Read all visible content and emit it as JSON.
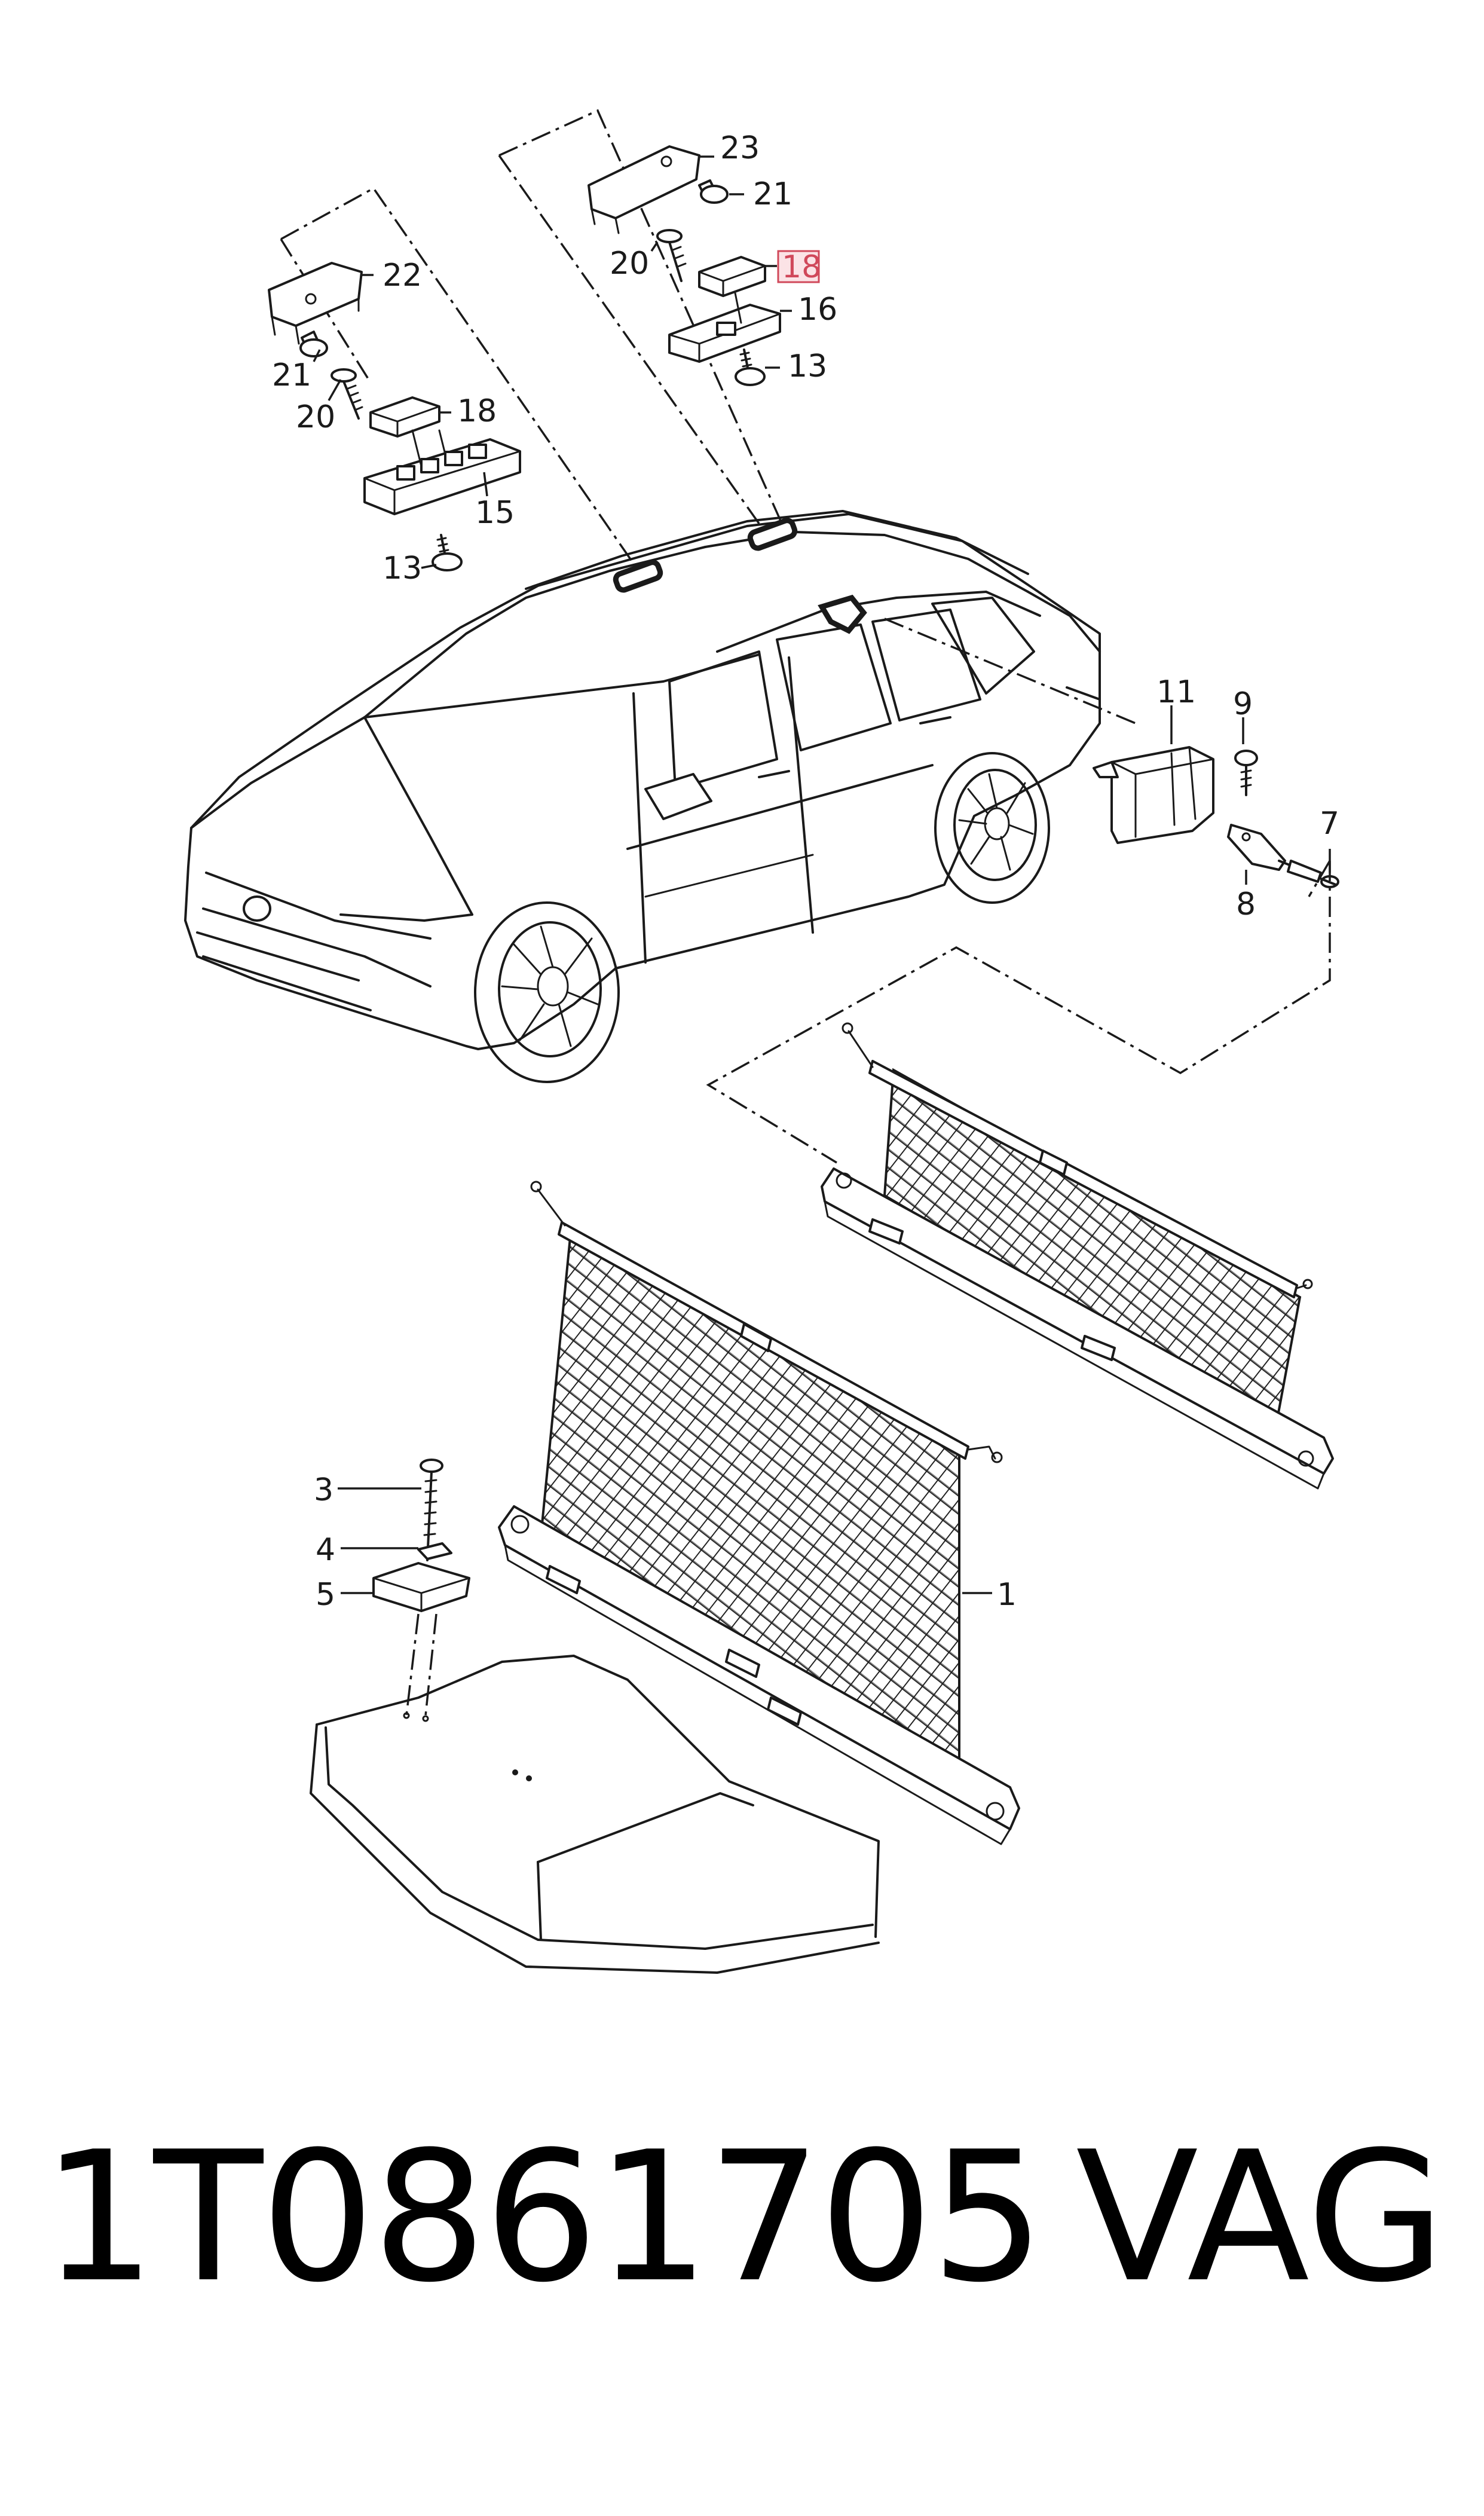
{
  "callouts": {
    "c1": "1",
    "c3": "3",
    "c4": "4",
    "c5": "5",
    "c7": "7",
    "c8": "8",
    "c9": "9",
    "c11": "11",
    "c13a": "13",
    "c13b": "13",
    "c15": "15",
    "c16": "16",
    "c18a": "18",
    "c18b": "18",
    "c20a": "20",
    "c20b": "20",
    "c21a": "21",
    "c21b": "21",
    "c22": "22",
    "c23": "23"
  },
  "highlighted_callout": "18",
  "highlight_color": "#d0485a",
  "footer": {
    "part_number": "1T0861705",
    "brand": "VAG"
  }
}
